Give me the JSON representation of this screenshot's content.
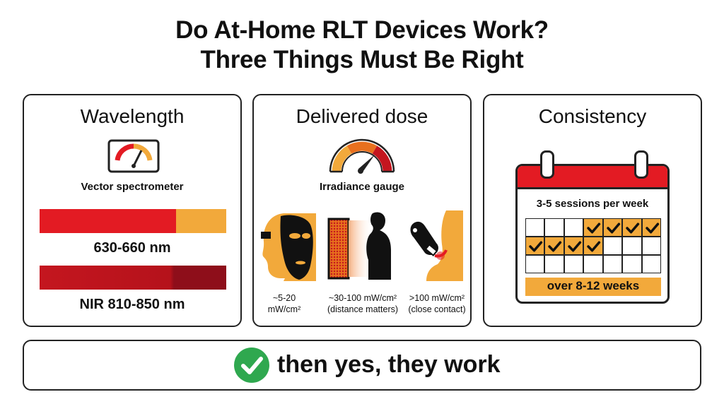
{
  "title": {
    "line1": "Do At-Home RLT Devices Work?",
    "line2": "Three Things Must Be Right"
  },
  "wavelength": {
    "heading": "Wavelength",
    "device_label": "Vector spectrometer",
    "red_band": "630-660 nm",
    "nir_band": "NIR 810-850 nm",
    "icon": "spectrometer-gauge-icon"
  },
  "dose": {
    "heading": "Delivered dose",
    "gauge_label": "Irradiance gauge",
    "icon": "irradiance-gauge-icon",
    "items": [
      {
        "line1": "~5-20",
        "line2": "mW/cm²",
        "icon": "face-mask-icon"
      },
      {
        "line1": "~30-100 mW/cm²",
        "line2": "(distance matters)",
        "icon": "panel-person-icon"
      },
      {
        "line1": ">100 mW/cm²",
        "line2": "(close contact)",
        "icon": "handheld-device-icon"
      }
    ]
  },
  "consistency": {
    "heading": "Consistency",
    "sessions": "3-5 sessions per week",
    "duration": "over 8-12 weeks",
    "checked_cells": 8,
    "icon": "calendar-icon"
  },
  "conclusion": {
    "text": "then yes, they work",
    "icon": "check-circle-icon"
  },
  "colors": {
    "red": "#e31b23",
    "dark_red": "#b5121b",
    "amber": "#f2a93b",
    "green": "#2fa84f"
  }
}
